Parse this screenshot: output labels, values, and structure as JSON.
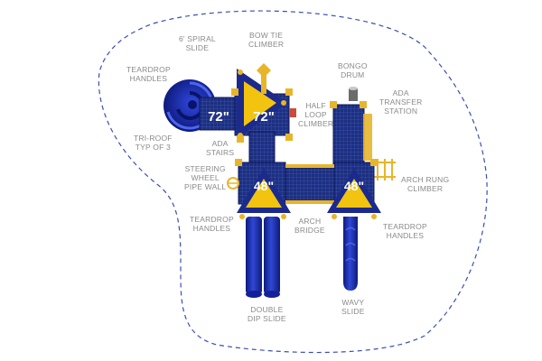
{
  "labels": {
    "spiral_slide": [
      "6' SPIRAL",
      "SLIDE"
    ],
    "bow_tie": [
      "BOW TIE",
      "CLIMBER"
    ],
    "bongo": [
      "BONGO",
      "DRUM"
    ],
    "ada_transfer": [
      "ADA",
      "TRANSFER",
      "STATION"
    ],
    "teardrop_tl": [
      "TEARDROP",
      "HANDLES"
    ],
    "half_loop": [
      "HALF",
      "LOOP",
      "CLIMBER"
    ],
    "tri_roof": [
      "TRI-ROOF",
      "TYP OF 3"
    ],
    "ada_stairs": [
      "ADA",
      "STAIRS"
    ],
    "steering": [
      "STEERING",
      "WHEEL",
      "PIPE WALL"
    ],
    "arch_rung": [
      "ARCH RUNG",
      "CLIMBER"
    ],
    "teardrop_bl": [
      "TEARDROP",
      "HANDLES"
    ],
    "arch_bridge": [
      "ARCH",
      "BRIDGE"
    ],
    "teardrop_br": [
      "TEARDROP",
      "HANDLES"
    ],
    "double_dip": [
      "DOUBLE",
      "DIP SLIDE"
    ],
    "wavy": [
      "WAVY",
      "SLIDE"
    ]
  },
  "deck_heights": {
    "left_high": "72\"",
    "right_high": "72\"",
    "left_low": "48\"",
    "right_low": "48\""
  },
  "colors": {
    "boundary": "#3a4fb5",
    "roof_blue": "#1b2a8c",
    "roof_yellow": "#f2c40f",
    "slide_blue": "#1f2fa8",
    "deck_blue": "#1d2f7e",
    "post_yellow": "#e8b52a",
    "label_gray": "#8a8a8a"
  }
}
